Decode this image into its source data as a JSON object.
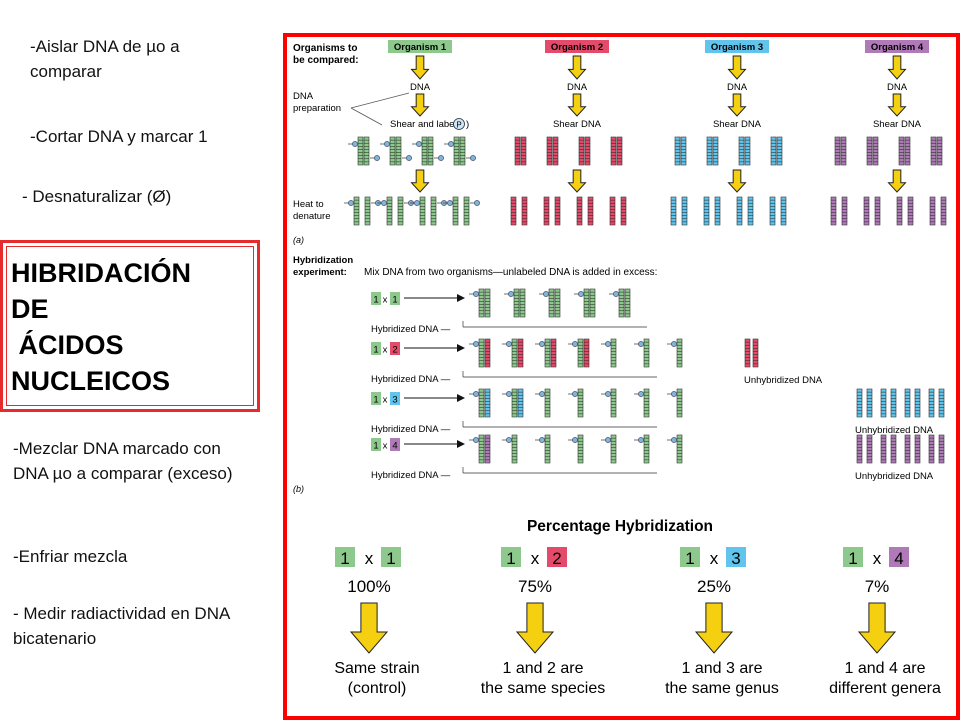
{
  "notes": {
    "step1": "-Aislar DNA de µo a comparar",
    "step2": "-Cortar DNA y marcar 1",
    "step3": "- Desnaturalizar (Ø)",
    "step4": "-Mezclar DNA marcado con DNA µo a comparar (exceso)",
    "step5": "-Enfriar mezcla",
    "step6": "- Medir radiactividad en DNA bicatenario"
  },
  "title": "HIBRIDACIÓN\nDE\n ÁCIDOS\nNUCLEICOS",
  "figure": {
    "organisms_label_1": "Organisms to",
    "organisms_label_2": "be compared:",
    "organisms": [
      "Organism 1",
      "Organism 2",
      "Organism 3",
      "Organism 4"
    ],
    "dna": "DNA",
    "dna_prep_1": "DNA",
    "dna_prep_2": "preparation",
    "shear_label": "Shear and label (",
    "p_symbol": "P",
    "shear_label_end": ")",
    "shear_dna": "Shear DNA",
    "heat_1": "Heat to",
    "heat_2": "denature",
    "panel_a": "(a)",
    "hyb_1": "Hybridization",
    "hyb_2": "experiment:",
    "hyb_desc": "Mix DNA from two organisms—unlabeled DNA is added in excess:",
    "crosses": [
      "1",
      "2",
      "3",
      "4"
    ],
    "times": "x",
    "hybridized": "Hybridized DNA —",
    "unhybridized": "Unhybridized DNA",
    "panel_b": "(b)",
    "pct_title": "Percentage Hybridization",
    "percentages": [
      "100%",
      "75%",
      "25%",
      "7%"
    ],
    "results": [
      [
        "Same strain",
        "(control)"
      ],
      [
        "1 and 2 are",
        "the same species"
      ],
      [
        "1 and 3 are",
        "the same genus"
      ],
      [
        "1 and 4 are",
        "different genera"
      ]
    ],
    "colors": {
      "green": "#8dc88c",
      "red": "#e44a6a",
      "blue": "#60c4ec",
      "purple": "#b07ab8",
      "yellow": "#f5d010",
      "frame": "#ff0000"
    }
  }
}
